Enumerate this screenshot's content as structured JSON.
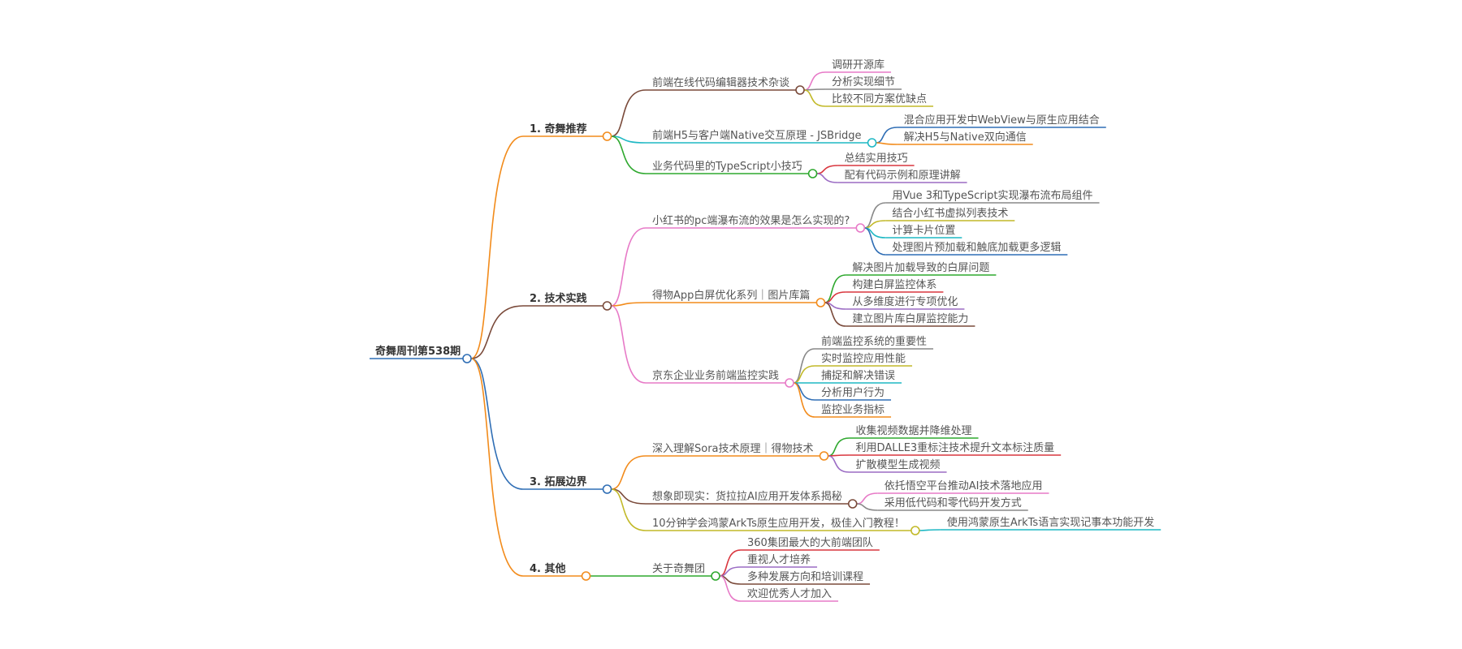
{
  "mindmap": {
    "root": "奇舞周刊第538期",
    "colors": {
      "root": "#2f6eb5",
      "orange": "#f28b1b",
      "brown": "#7a4a3a",
      "blue": "#2f6eb5",
      "pink": "#e77ac7",
      "teal": "#1fb8c4",
      "green": "#2ea82e",
      "red": "#d9363e",
      "purple": "#9b6cc4",
      "olive": "#c2b928",
      "gray": "#888888"
    },
    "branches": [
      {
        "label": "1. 奇舞推荐",
        "color": "orange",
        "children": [
          {
            "label": "前端在线代码编辑器技术杂谈",
            "color": "brown",
            "children": [
              {
                "label": "调研开源库",
                "color": "pink"
              },
              {
                "label": "分析实现细节",
                "color": "gray"
              },
              {
                "label": "比较不同方案优缺点",
                "color": "olive"
              }
            ]
          },
          {
            "label": "前端H5与客户端Native交互原理 - JSBridge",
            "color": "teal",
            "children": [
              {
                "label": "混合应用开发中WebView与原生应用结合",
                "color": "blue"
              },
              {
                "label": "解决H5与Native双向通信",
                "color": "orange"
              }
            ]
          },
          {
            "label": "业务代码里的TypeScript小技巧",
            "color": "green",
            "children": [
              {
                "label": "总结实用技巧",
                "color": "red"
              },
              {
                "label": "配有代码示例和原理讲解",
                "color": "purple"
              }
            ]
          }
        ]
      },
      {
        "label": "2. 技术实践",
        "color": "brown",
        "children": [
          {
            "label": "小红书的pc端瀑布流的效果是怎么实现的?",
            "color": "pink",
            "children": [
              {
                "label": "用Vue 3和TypeScript实现瀑布流布局组件",
                "color": "gray"
              },
              {
                "label": "结合小红书虚拟列表技术",
                "color": "olive"
              },
              {
                "label": "计算卡片位置",
                "color": "teal"
              },
              {
                "label": "处理图片预加载和触底加载更多逻辑",
                "color": "blue"
              }
            ]
          },
          {
            "label": "得物App白屏优化系列｜图片库篇",
            "color": "orange",
            "children": [
              {
                "label": "解决图片加载导致的白屏问题",
                "color": "green"
              },
              {
                "label": "构建白屏监控体系",
                "color": "red"
              },
              {
                "label": "从多维度进行专项优化",
                "color": "purple"
              },
              {
                "label": "建立图片库白屏监控能力",
                "color": "brown"
              }
            ]
          },
          {
            "label": "京东企业业务前端监控实践",
            "color": "pink",
            "children": [
              {
                "label": "前端监控系统的重要性",
                "color": "gray"
              },
              {
                "label": "实时监控应用性能",
                "color": "olive"
              },
              {
                "label": "捕捉和解决错误",
                "color": "teal"
              },
              {
                "label": "分析用户行为",
                "color": "blue"
              },
              {
                "label": "监控业务指标",
                "color": "orange"
              }
            ]
          }
        ]
      },
      {
        "label": "3. 拓展边界",
        "color": "blue",
        "children": [
          {
            "label": "深入理解Sora技术原理｜得物技术",
            "color": "orange",
            "children": [
              {
                "label": "收集视频数据并降维处理",
                "color": "green"
              },
              {
                "label": "利用DALLE3重标注技术提升文本标注质量",
                "color": "red"
              },
              {
                "label": "扩散模型生成视频",
                "color": "purple"
              }
            ]
          },
          {
            "label": "想象即现实：货拉拉AI应用开发体系揭秘",
            "color": "brown",
            "children": [
              {
                "label": "依托悟空平台推动AI技术落地应用",
                "color": "pink"
              },
              {
                "label": "采用低代码和零代码开发方式",
                "color": "gray"
              }
            ]
          },
          {
            "label": "10分钟学会鸿蒙ArkTs原生应用开发，极佳入门教程！",
            "color": "olive",
            "children": [
              {
                "label": "使用鸿蒙原生ArkTs语言实现记事本功能开发",
                "color": "teal"
              }
            ]
          }
        ]
      },
      {
        "label": "4. 其他",
        "color": "orange",
        "children": [
          {
            "label": "关于奇舞团",
            "color": "green",
            "children": [
              {
                "label": "360集团最大的大前端团队",
                "color": "red"
              },
              {
                "label": "重视人才培养",
                "color": "purple"
              },
              {
                "label": "多种发展方向和培训课程",
                "color": "brown"
              },
              {
                "label": "欢迎优秀人才加入",
                "color": "pink"
              }
            ]
          }
        ]
      }
    ]
  }
}
